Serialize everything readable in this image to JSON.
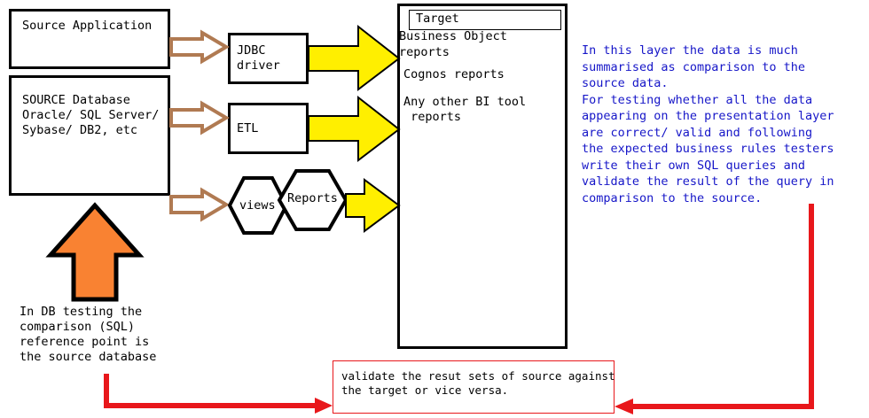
{
  "diagram": {
    "title": "Database / ETL testing reference diagram",
    "colors": {
      "black": "#000000",
      "yellow": "#ffef00",
      "orange": "#f98232",
      "tan": "#b07a52",
      "red": "#e8171b",
      "blue": "#1616c8",
      "white": "#ffffff"
    },
    "source_nodes": [
      {
        "id": "source-application",
        "label": "Source Application"
      },
      {
        "id": "source-database",
        "label": "SOURCE Database\nOracle/ SQL Server/\nSybase/ DB2, etc"
      }
    ],
    "middle_nodes": [
      {
        "id": "jdbc-driver",
        "label": "JDBC\ndriver"
      },
      {
        "id": "etl",
        "label": "ETL"
      },
      {
        "id": "views",
        "label": "views"
      },
      {
        "id": "reports",
        "label": "Reports"
      }
    ],
    "target_panel": {
      "header": "Target",
      "lines": [
        "Business Object",
        "reports",
        "",
        "Cognos reports",
        "",
        "Any other BI tool",
        " reports"
      ]
    },
    "annotations": {
      "presentation_layer_note": "In this layer the data is much\nsummarised as comparison to the\nsource data.\nFor testing whether all the data\nappearing on the presentation layer\nare correct/ valid and following\nthe expected business rules testers\nwrite their own SQL queries and\nvalidate the result of the query in\ncomparison to the source.",
      "db_testing_note": "In DB testing the\ncomparison (SQL)\nreference point is\nthe source database",
      "validate_note": "validate the resut sets of source against\nthe target or vice versa."
    },
    "connectors": [
      {
        "id": "arrow-source-app-to-jdbc",
        "kind": "hollow-tan-arrow"
      },
      {
        "id": "arrow-source-db-to-etl",
        "kind": "hollow-tan-arrow"
      },
      {
        "id": "arrow-source-db-to-views",
        "kind": "hollow-tan-arrow"
      },
      {
        "id": "arrow-jdbc-to-target",
        "kind": "yellow-block-arrow"
      },
      {
        "id": "arrow-etl-to-target",
        "kind": "yellow-block-arrow"
      },
      {
        "id": "arrow-reports-to-target",
        "kind": "yellow-block-arrow"
      },
      {
        "id": "arrow-source-db-upward",
        "kind": "orange-block-arrow"
      },
      {
        "id": "arrow-left-to-validate",
        "kind": "red-elbow-arrow"
      },
      {
        "id": "arrow-right-to-validate",
        "kind": "red-elbow-arrow"
      }
    ]
  }
}
